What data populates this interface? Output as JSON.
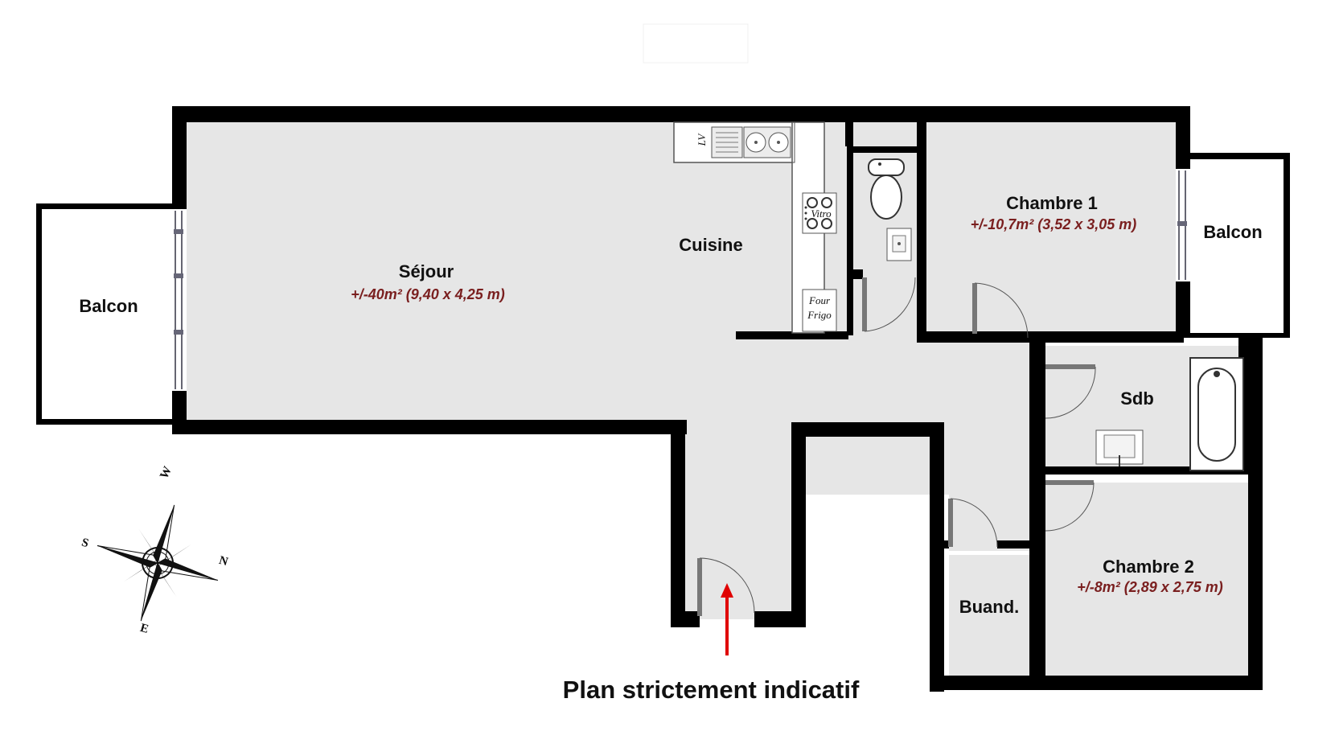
{
  "rooms": {
    "sejour": {
      "name": "Séjour",
      "area": "+/-40m² (9,40 x 4,25 m)"
    },
    "cuisine": {
      "name": "Cuisine"
    },
    "balcon_left": {
      "name": "Balcon"
    },
    "balcon_right": {
      "name": "Balcon"
    },
    "chambre1": {
      "name": "Chambre 1",
      "area": "+/-10,7m² (3,52 x 3,05 m)"
    },
    "chambre2": {
      "name": "Chambre 2",
      "area": "+/-8m² (2,89 x 2,75 m)"
    },
    "sdb": {
      "name": "Sdb"
    },
    "buanderie": {
      "name": "Buand."
    }
  },
  "fixtures": {
    "lv": "LV",
    "vitro": "Vitro",
    "four": "Four",
    "frigo": "Frigo"
  },
  "compass": {
    "w": "W",
    "n": "N",
    "e": "E",
    "s": "S"
  },
  "caption": "Plan strictement indicatif",
  "colors": {
    "floor": "#e6e6e6",
    "wall": "#000000",
    "area_text": "#7a1f1f",
    "entry_arrow": "#e00000"
  }
}
